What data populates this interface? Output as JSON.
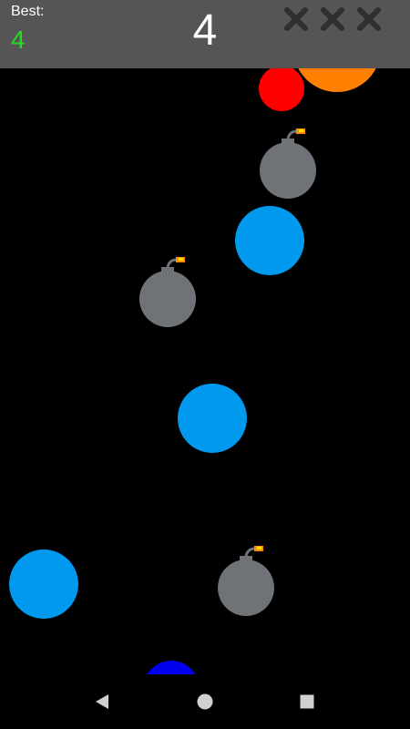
{
  "header": {
    "best_label": "Best:",
    "best_value": "4",
    "score": "4",
    "lives_icon": "x-mark-icon"
  },
  "colors": {
    "header_bg": "#555555",
    "best_value": "#22dd22",
    "score_text": "#ffffff",
    "life_marker": "#2f2f2f",
    "ball_blue": "#0099ee",
    "ball_red": "#ff0000",
    "ball_orange": "#ff8000",
    "ball_dark_blue": "#0000ee",
    "bomb_body": "#6f7378",
    "bomb_spark": "#ff8c00"
  },
  "game_objects": {
    "balls": [
      {
        "id": "orange-ball",
        "color": "orange"
      },
      {
        "id": "red-ball",
        "color": "red"
      },
      {
        "id": "blue-ball-1",
        "color": "blue"
      },
      {
        "id": "blue-ball-2",
        "color": "blue"
      },
      {
        "id": "blue-ball-3",
        "color": "blue"
      },
      {
        "id": "player-paddle",
        "color": "dark-blue"
      }
    ],
    "bombs": [
      "bomb-1",
      "bomb-2",
      "bomb-3"
    ]
  },
  "navbar": {
    "back_icon": "back-triangle-icon",
    "home_icon": "home-circle-icon",
    "recents_icon": "recents-square-icon"
  }
}
